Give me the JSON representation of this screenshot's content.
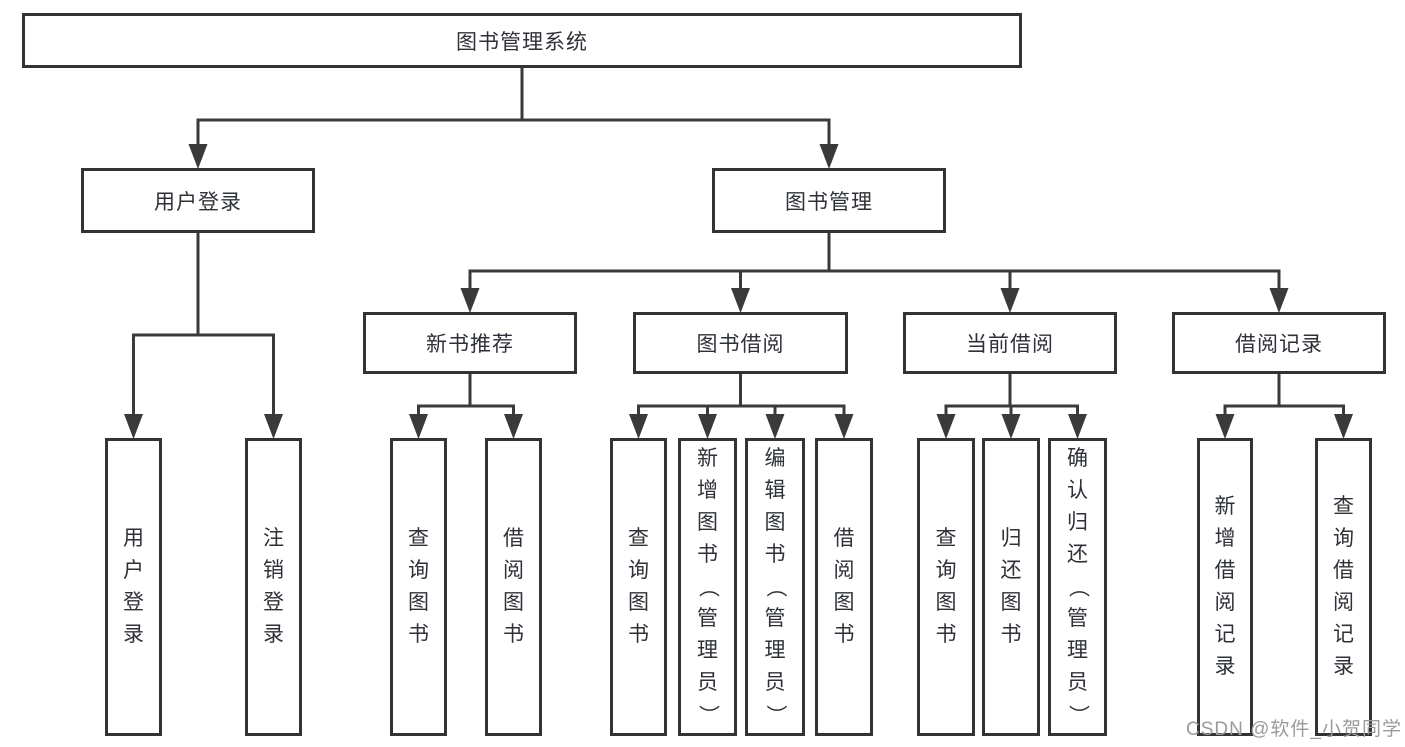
{
  "diagram": {
    "title": "图书管理系统",
    "watermark": "CSDN @软件_小贺同学",
    "colors": {
      "line": "#3a3a3a",
      "box_border": "#333333",
      "text": "#2e3238",
      "watermark_text": "#9b9b9b",
      "background": "#ffffff"
    },
    "nodes": [
      {
        "id": "root",
        "label": "图书管理系统",
        "vertical": false
      },
      {
        "id": "user-login",
        "label": "用户登录",
        "vertical": false
      },
      {
        "id": "book-mgmt",
        "label": "图书管理",
        "vertical": false
      },
      {
        "id": "new-book",
        "label": "新书推荐",
        "vertical": false
      },
      {
        "id": "book-borrow",
        "label": "图书借阅",
        "vertical": false
      },
      {
        "id": "current-borrow",
        "label": "当前借阅",
        "vertical": false
      },
      {
        "id": "borrow-record",
        "label": "借阅记录",
        "vertical": false
      },
      {
        "id": "ul-login",
        "label": "用户登录",
        "vertical": true
      },
      {
        "id": "ul-logout",
        "label": "注销登录",
        "vertical": true
      },
      {
        "id": "nb-query",
        "label": "查询图书",
        "vertical": true
      },
      {
        "id": "nb-borrow",
        "label": "借阅图书",
        "vertical": true
      },
      {
        "id": "bb-query",
        "label": "查询图书",
        "vertical": true
      },
      {
        "id": "bb-add",
        "label": "新增图书（管理员）",
        "vertical": true
      },
      {
        "id": "bb-edit",
        "label": "编辑图书（管理员）",
        "vertical": true
      },
      {
        "id": "bb-borrow",
        "label": "借阅图书",
        "vertical": true
      },
      {
        "id": "cb-query",
        "label": "查询图书",
        "vertical": true
      },
      {
        "id": "cb-return",
        "label": "归还图书",
        "vertical": true
      },
      {
        "id": "cb-confirm",
        "label": "确认归还（管理员）",
        "vertical": true
      },
      {
        "id": "br-add",
        "label": "新增借阅记录",
        "vertical": true
      },
      {
        "id": "br-query",
        "label": "查询借阅记录",
        "vertical": true
      }
    ],
    "edges": [
      {
        "from": "root",
        "to": [
          "user-login",
          "book-mgmt"
        ]
      },
      {
        "from": "user-login",
        "to": [
          "ul-login",
          "ul-logout"
        ]
      },
      {
        "from": "book-mgmt",
        "to": [
          "new-book",
          "book-borrow",
          "current-borrow",
          "borrow-record"
        ]
      },
      {
        "from": "new-book",
        "to": [
          "nb-query",
          "nb-borrow"
        ]
      },
      {
        "from": "book-borrow",
        "to": [
          "bb-query",
          "bb-add",
          "bb-edit",
          "bb-borrow"
        ]
      },
      {
        "from": "current-borrow",
        "to": [
          "cb-query",
          "cb-return",
          "cb-confirm"
        ]
      },
      {
        "from": "borrow-record",
        "to": [
          "br-add",
          "br-query"
        ]
      }
    ]
  }
}
